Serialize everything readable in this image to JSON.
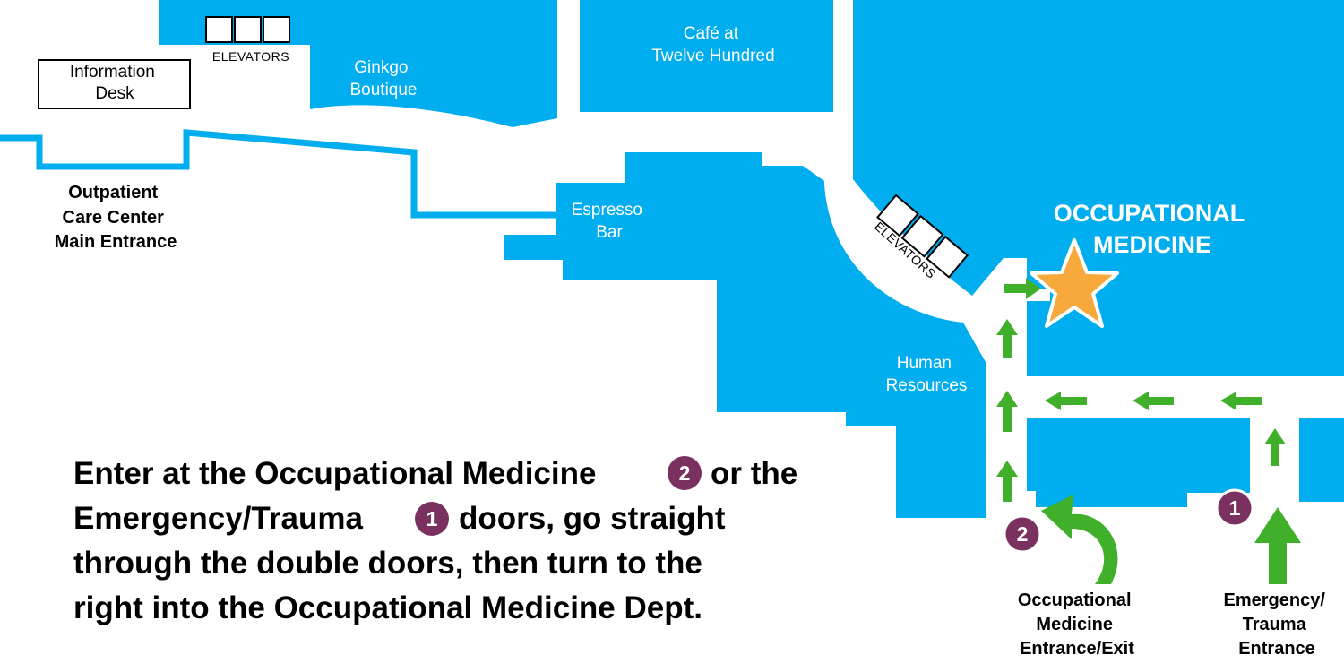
{
  "colors": {
    "room": "#00adee",
    "arrow": "#40b02b",
    "badge": "#7b3160",
    "star": "#f7a93b",
    "text": "#000000"
  },
  "icons": {
    "destination": "star-icon",
    "route": "arrow-icon",
    "door": "numbered-badge"
  },
  "labels": {
    "information_desk": [
      "Information",
      "Desk"
    ],
    "elevators_top": "ELEVATORS",
    "ginkgo": [
      "Ginkgo",
      "Boutique"
    ],
    "cafe": [
      "Café at",
      "Twelve Hundred"
    ],
    "outpatient": [
      "Outpatient",
      "Care Center",
      "Main Entrance"
    ],
    "espresso": [
      "Espresso",
      "Bar"
    ],
    "elevators_mid": "ELEVATORS",
    "occ_med": [
      "OCCUPATIONAL",
      "MEDICINE"
    ],
    "human_resources": [
      "Human",
      "Resources"
    ],
    "occ_entrance": [
      "Occupational",
      "Medicine",
      "Entrance/Exit"
    ],
    "er_entrance": [
      "Emergency/",
      "Trauma",
      "Entrance"
    ]
  },
  "badges": {
    "occ_door": "2",
    "er_door": "1"
  },
  "instructions": {
    "line1_a": "Enter at the Occupational Medicine",
    "line1_badge": "2",
    "line1_b": "or the",
    "line2_a": "Emergency/Trauma",
    "line2_badge": "1",
    "line2_b": "doors, go straight",
    "line3": "through the double doors, then turn to the",
    "line4": "right into the Occupational Medicine Dept."
  }
}
